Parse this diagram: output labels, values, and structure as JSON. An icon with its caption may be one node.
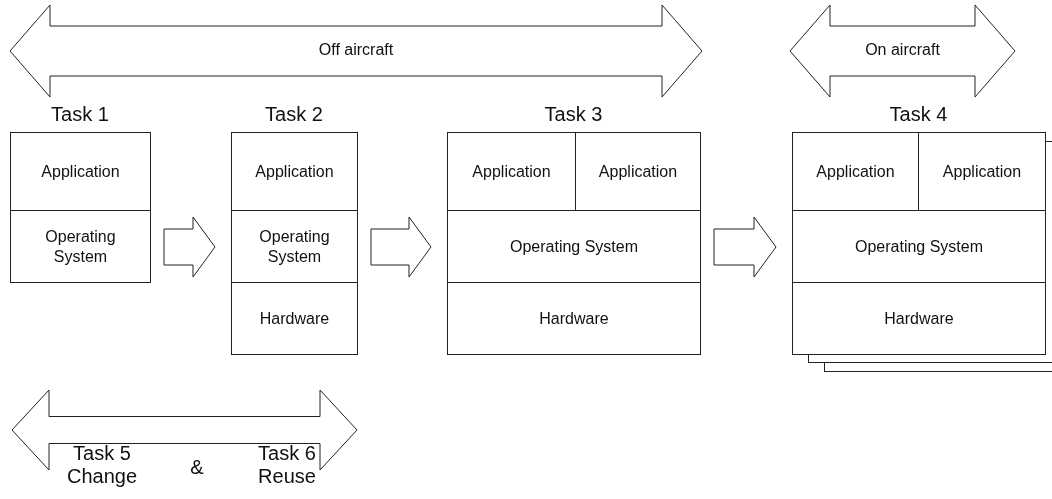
{
  "diagram": {
    "nodes": [
      {
        "text": [
          "Off aircraft"
        ]
      },
      {
        "text": [
          "On aircraft"
        ]
      },
      {
        "text": [
          "Task 1"
        ]
      },
      {
        "text": [
          "Application"
        ],
        "in": 2
      },
      {
        "text": [
          "Operating System"
        ],
        "in": 2
      },
      {
        "text": [
          "Task 2"
        ]
      },
      {
        "text": [
          "Application"
        ],
        "in": 5
      },
      {
        "text": [
          "Operating System"
        ],
        "in": 5
      },
      {
        "text": [
          "Hardware"
        ],
        "in": 5
      },
      {
        "text": [
          "Task 3"
        ]
      },
      {
        "text": [
          "Application"
        ],
        "in": 9
      },
      {
        "text": [
          "Application"
        ],
        "in": 9
      },
      {
        "text": [
          "Operating System"
        ],
        "in": 9
      },
      {
        "text": [
          "Hardware"
        ],
        "in": 9
      },
      {
        "text": [
          "Task 4"
        ]
      },
      {
        "text": [
          "Application"
        ],
        "in": 14
      },
      {
        "text": [
          "Application"
        ],
        "in": 14
      },
      {
        "text": [
          "Operating System"
        ],
        "in": 14
      },
      {
        "text": [
          "Hardware"
        ],
        "in": 14
      },
      {
        "text": [
          "Task 5 Change",
          "&",
          "Task 6 Reuse"
        ]
      }
    ],
    "edges": [
      {
        "from": 2,
        "to": 5,
        "arrow": "to"
      },
      {
        "from": 5,
        "to": 9,
        "arrow": "to"
      },
      {
        "from": 9,
        "to": 14,
        "arrow": "to"
      }
    ]
  }
}
